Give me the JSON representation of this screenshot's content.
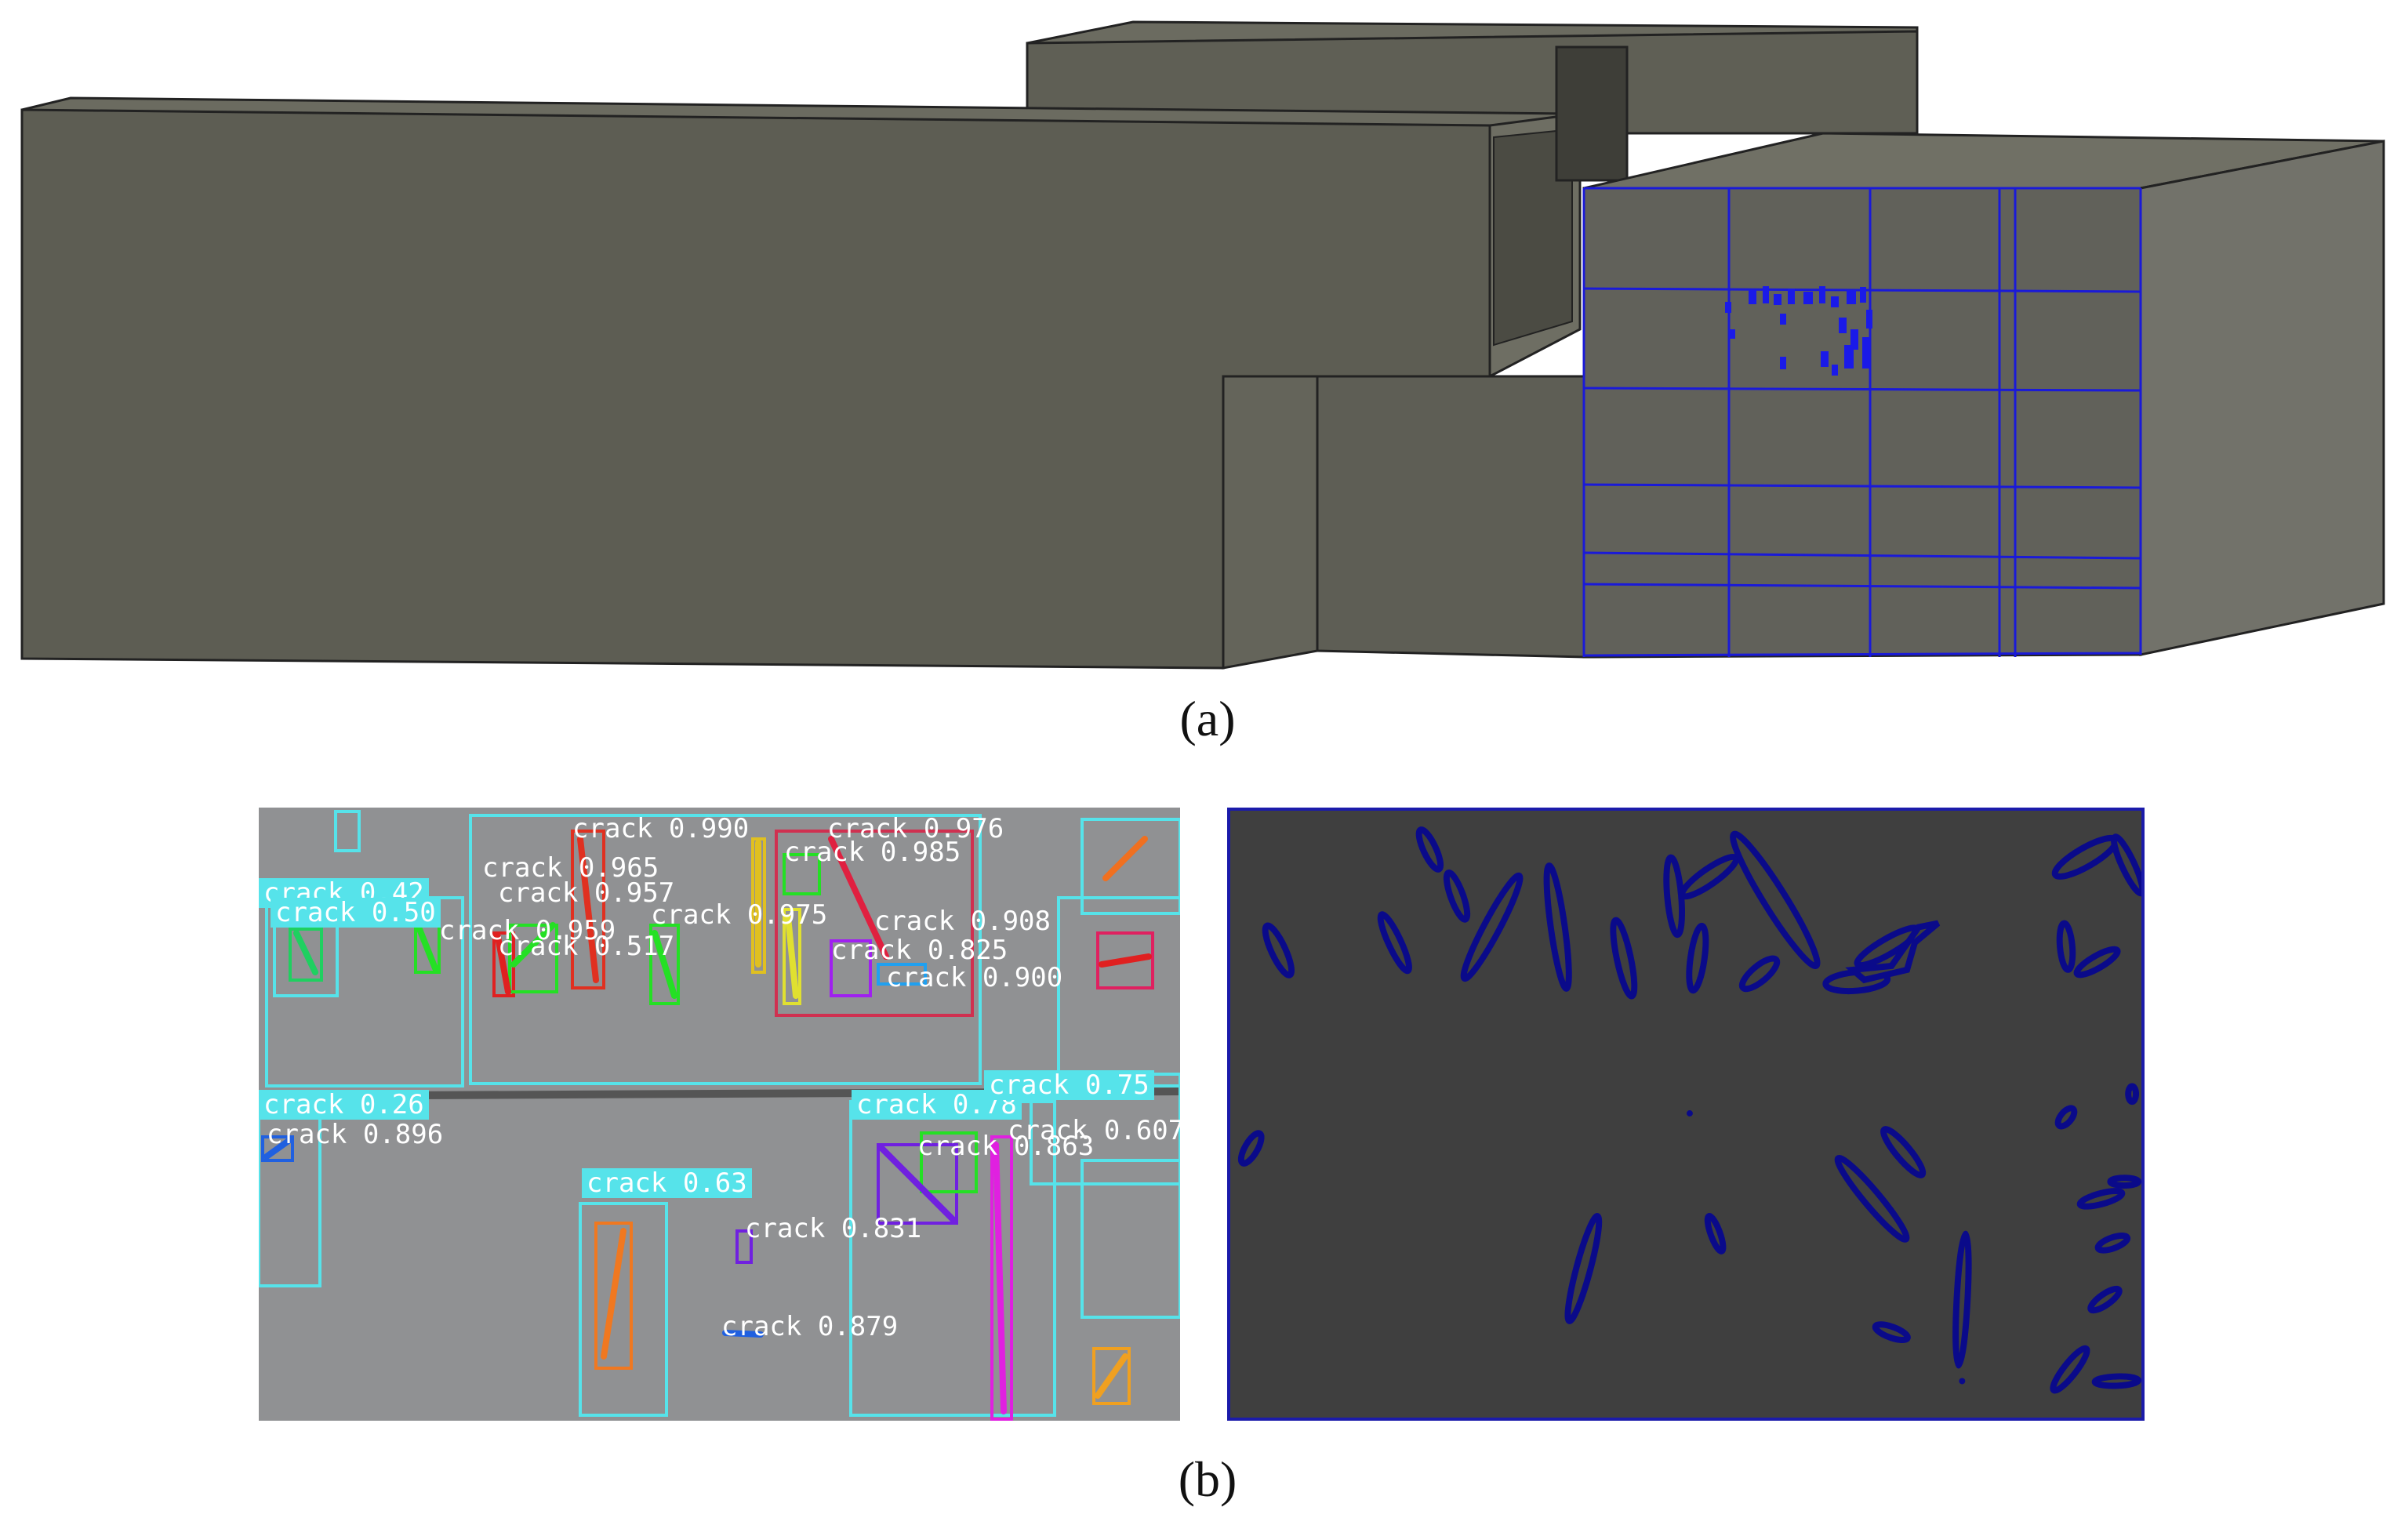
{
  "captions": {
    "a": "(a)",
    "b": "(b)"
  },
  "detection": {
    "class_name": "crack",
    "labels": [
      {
        "text": "crack 0.990"
      },
      {
        "text": "crack 0.976"
      },
      {
        "text": "crack 0.985"
      },
      {
        "text": "crack 0.965"
      },
      {
        "text": "crack 0.957"
      },
      {
        "text": "crack 0.959"
      },
      {
        "text": "crack 0.517"
      },
      {
        "text": "crack 0.975"
      },
      {
        "text": "crack 0.908"
      },
      {
        "text": "crack 0.825"
      },
      {
        "text": "crack 0.900"
      },
      {
        "text": "crack 0.896"
      },
      {
        "text": "crack 0.831"
      },
      {
        "text": "crack 0.863"
      },
      {
        "text": "crack 0.607"
      },
      {
        "text": "crack 0.879"
      }
    ],
    "tags": [
      {
        "text": "crack 0.42"
      },
      {
        "text": "crack 0.50"
      },
      {
        "text": "crack 0.26"
      },
      {
        "text": "crack 0.63"
      },
      {
        "text": "crack 0.78"
      },
      {
        "text": "crack 0.75"
      }
    ]
  },
  "colors": {
    "wall": "#5d5d53",
    "wall_top": "#6b6b60",
    "wall_side": "#74746a",
    "grid_line": "#1a1ad8",
    "seg_background": "#3f3f3f",
    "seg_crack": "#0a0a8a",
    "detect_box": "#56e3ea"
  }
}
